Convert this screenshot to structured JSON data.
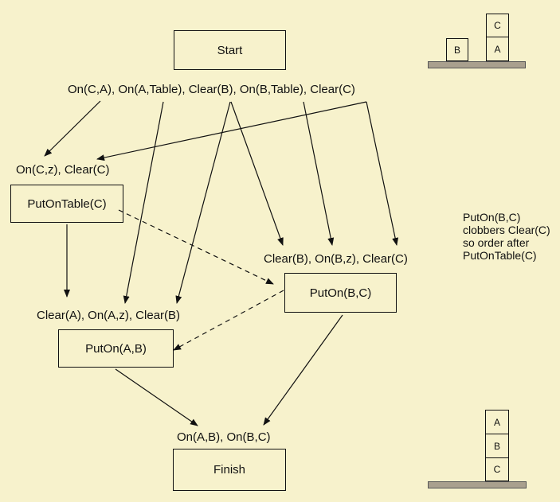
{
  "nodes": {
    "start": "Start",
    "put_on_table_c": "PutOnTable(C)",
    "put_on_b_c": "PutOn(B,C)",
    "put_on_a_b": "PutOn(A,B)",
    "finish": "Finish"
  },
  "conditions": {
    "start_effects": "On(C,A), On(A,Table), Clear(B), On(B,Table), Clear(C)",
    "put_on_table_c_pre": "On(C,z), Clear(C)",
    "put_on_b_c_pre": "Clear(B), On(B,z), Clear(C)",
    "put_on_a_b_pre": "Clear(A), On(A,z), Clear(B)",
    "finish_pre": "On(A,B), On(B,C)"
  },
  "note": {
    "line1": "PutOn(B,C)",
    "line2": "clobbers Clear(C)",
    "line3": "so order after",
    "line4": "PutOnTable(C)"
  },
  "initial_state": {
    "block_b": "B",
    "block_c": "C",
    "block_a": "A"
  },
  "goal_state": {
    "block_a": "A",
    "block_b": "B",
    "block_c": "C"
  }
}
